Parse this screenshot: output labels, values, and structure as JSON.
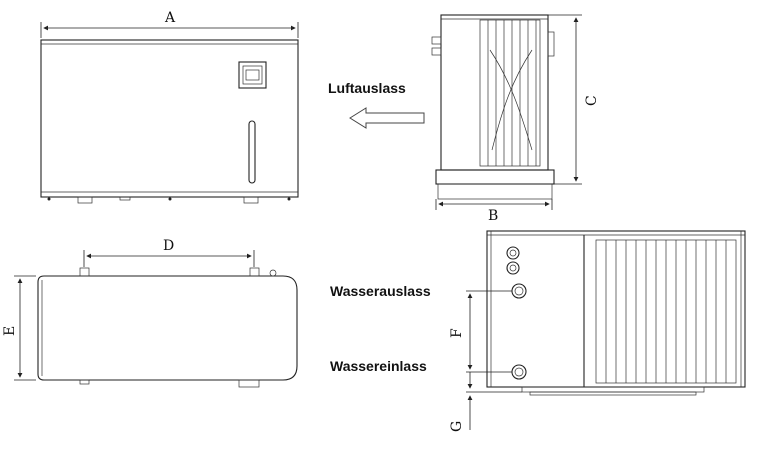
{
  "dimensions": {
    "a": "A",
    "b": "B",
    "c": "C",
    "d": "D",
    "e": "E",
    "f": "F",
    "g": "G"
  },
  "labels": {
    "air_outlet": "Luftauslass",
    "water_outlet": "Wasserauslass",
    "water_inlet": "Wassereinlass"
  },
  "colors": {
    "line": "#222222",
    "background": "#ffffff",
    "arrow_fill": "#ffffff"
  }
}
